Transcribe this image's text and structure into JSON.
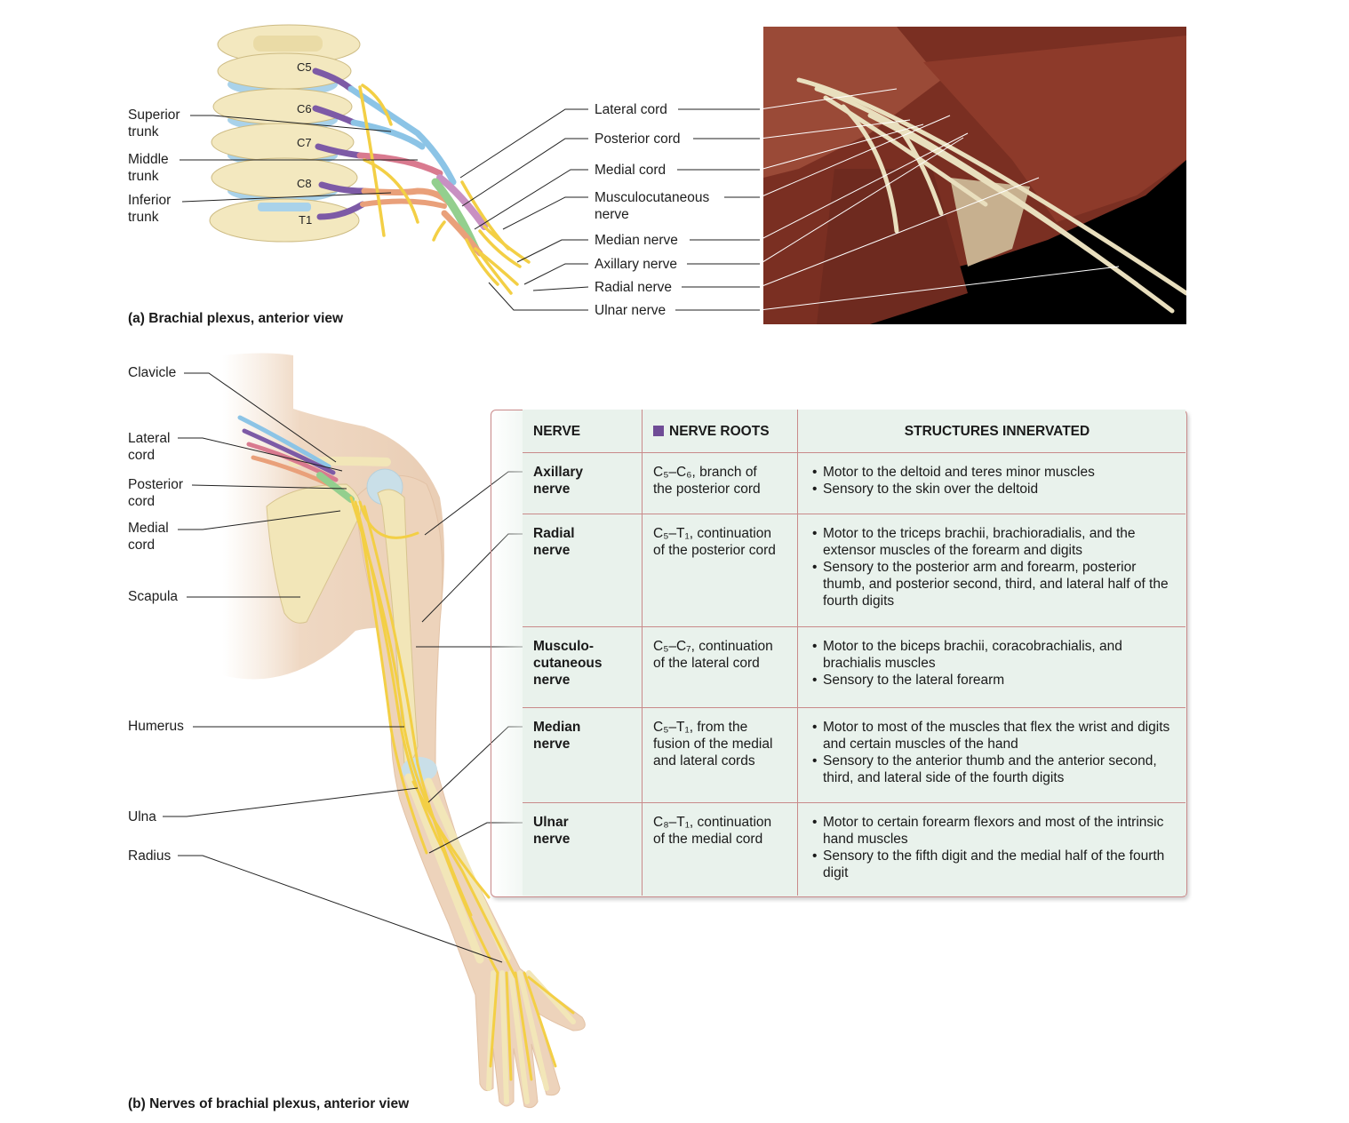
{
  "panel_a": {
    "caption": "(a) Brachial plexus, anterior view",
    "vertebra_labels": [
      "C5",
      "C6",
      "C7",
      "C8",
      "T1"
    ],
    "left_labels": [
      "Superior\ntrunk",
      "Middle\ntrunk",
      "Inferior\ntrunk"
    ],
    "right_labels": [
      "Lateral cord",
      "Posterior cord",
      "Medial cord",
      "Musculocutaneous\nnerve",
      "Median nerve",
      "Axillary nerve",
      "Radial nerve",
      "Ulnar nerve"
    ]
  },
  "panel_b": {
    "caption": "(b) Nerves of brachial plexus, anterior view",
    "left_labels": [
      "Clavicle",
      "Lateral\ncord",
      "Posterior\ncord",
      "Medial\ncord",
      "Scapula",
      "Humerus",
      "Ulna",
      "Radius"
    ]
  },
  "table": {
    "headers": [
      "NERVE",
      "NERVE ROOTS",
      "STRUCTURES INNERVATED"
    ],
    "rows": [
      {
        "nerve": "Axillary\nnerve",
        "roots": "C₅–C₆, branch of\nthe posterior cord",
        "structures": [
          "Motor to the deltoid and teres minor muscles",
          "Sensory to the skin over the deltoid"
        ]
      },
      {
        "nerve": "Radial\nnerve",
        "roots": "C₅–T₁, continuation\nof the posterior cord",
        "structures": [
          "Motor to the triceps brachii, brachioradialis, and the extensor muscles of the forearm and digits",
          "Sensory to the posterior arm and forearm, posterior thumb, and posterior second, third, and lateral half of the fourth digits"
        ]
      },
      {
        "nerve": "Musculo-\ncutaneous\nnerve",
        "roots": "C₅–C₇, continuation\nof the lateral cord",
        "structures": [
          "Motor to the biceps brachii, coracobrachialis, and brachialis muscles",
          "Sensory to the lateral forearm"
        ]
      },
      {
        "nerve": "Median\nnerve",
        "roots": "C₅–T₁, from the\nfusion of the medial\nand lateral cords",
        "structures": [
          "Motor to most of the muscles that flex the wrist and digits and certain muscles of the hand",
          "Sensory to the anterior thumb and the anterior second, third, and lateral side of the fourth digits"
        ]
      },
      {
        "nerve": "Ulnar\nnerve",
        "roots": "C₈–T₁, continuation\nof the medial cord",
        "structures": [
          "Motor to certain forearm flexors and most of the intrinsic hand muscles",
          "Sensory to the fifth digit and the medial half of the fourth digit"
        ]
      }
    ]
  },
  "colors": {
    "nerve_yellow": "#f3cf45",
    "trunk_blue": "#8cc4e6",
    "root_purple": "#7d5aa6",
    "cord_pink": "#d97a8f",
    "cord_green": "#93cf8e",
    "cord_orange": "#e9a07a",
    "bone": "#f2e6b8",
    "table_bg": "#e9f2ec",
    "table_rule": "#c98a8a"
  }
}
